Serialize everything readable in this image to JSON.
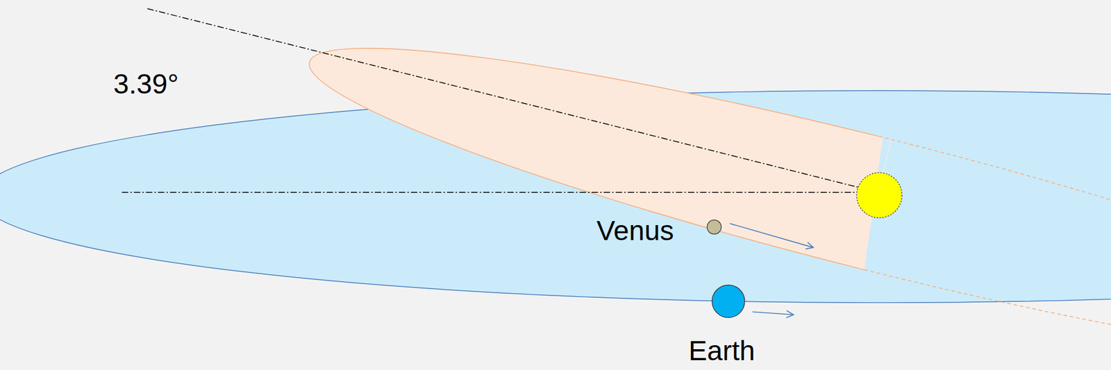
{
  "diagram": {
    "labels": [
      "3.39°",
      "Venus",
      "Earth"
    ]
  }
}
